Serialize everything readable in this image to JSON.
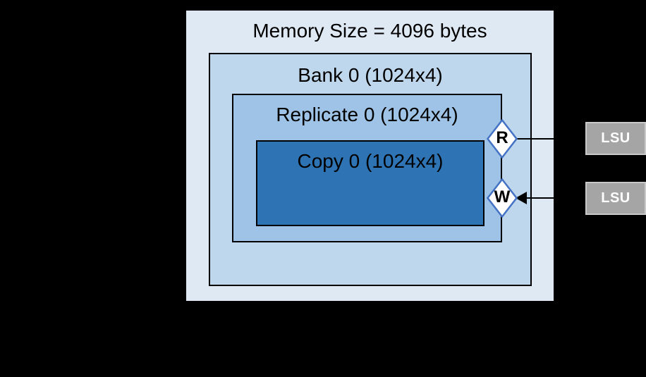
{
  "colors": {
    "background": "#000000",
    "memory_fill": "#dfe9f4",
    "bank_fill": "#bfd7ec",
    "replicate_fill": "#9ec3e6",
    "copy_fill": "#2e74b5",
    "box_border": "#000000",
    "diamond_border": "#4472c4",
    "diamond_fill": "#ffffff",
    "lsu_fill": "#a5a5a5",
    "lsu_border": "#c9c9c9",
    "lsu_text": "#ffffff",
    "label_text": "#000000"
  },
  "memory": {
    "title": "Memory Size = 4096 bytes"
  },
  "bank": {
    "label": "Bank 0 (1024x4)"
  },
  "replicate": {
    "label": "Replicate 0 (1024x4)"
  },
  "copy": {
    "label": "Copy 0 (1024x4)"
  },
  "ports": {
    "read_label": "R",
    "write_label": "W"
  },
  "lsus": {
    "read_label": "LSU",
    "write_label": "LSU"
  }
}
